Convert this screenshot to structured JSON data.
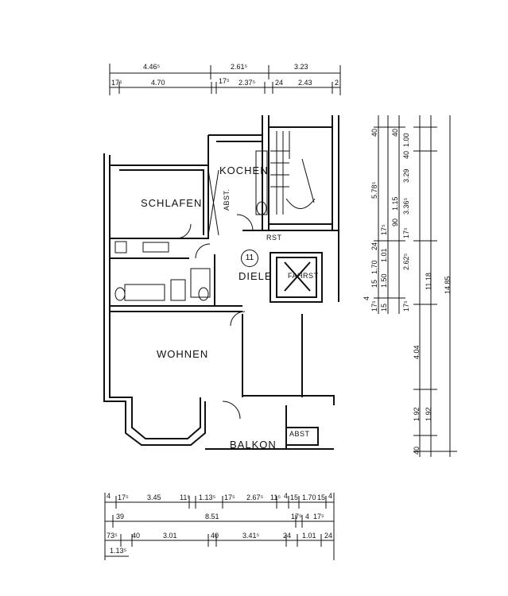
{
  "rooms": {
    "schlafen": "SCHLAFEN",
    "kochen": "KOCHEN",
    "abst_vertical": "ABST.",
    "rst": "RST",
    "diele": "DIELE",
    "apartment_number": "11",
    "fahrst": "FAHRST",
    "wohnen": "WOHNEN",
    "balkon": "BALKON",
    "abst_balkon": "ABST"
  },
  "top_dimensions": {
    "row1": [
      "4.46⁵",
      "2.61⁵",
      "3.23"
    ],
    "row2": [
      "17⁵",
      "4.70",
      "17⁵",
      "2.37⁵",
      "24",
      "2.43",
      "2"
    ]
  },
  "right_dimensions": {
    "col1": [
      "40",
      "5.78⁵",
      "24",
      "1.70",
      "15",
      "17⁵",
      "4"
    ],
    "col2": [
      "17⁵",
      "1.01",
      "1.50",
      "15"
    ],
    "col3": [
      "40",
      "1.00",
      "3.29",
      "40",
      "1.15",
      "90",
      "3.36⁵",
      "17⁵",
      "2.62⁵",
      "17⁵",
      "4.04",
      "1.92",
      "40"
    ],
    "col4": [
      "11.18",
      "1.92"
    ],
    "col5": [
      "14.85"
    ]
  },
  "bottom_dimensions": {
    "row1": [
      "4",
      "17⁵",
      "3.45",
      "11⁵",
      "1.13⁵",
      "17⁵",
      "2.67⁵",
      "11⁵",
      "4",
      "15",
      "1.70",
      "15",
      "4"
    ],
    "row2": [
      "39",
      "8.51",
      "17⁵",
      "4",
      "17⁵"
    ],
    "row3": [
      "73⁵",
      "40",
      "3.01",
      "40",
      "3.41⁵",
      "24",
      "1.01",
      "24"
    ],
    "row4": [
      "1.13⁵"
    ]
  }
}
